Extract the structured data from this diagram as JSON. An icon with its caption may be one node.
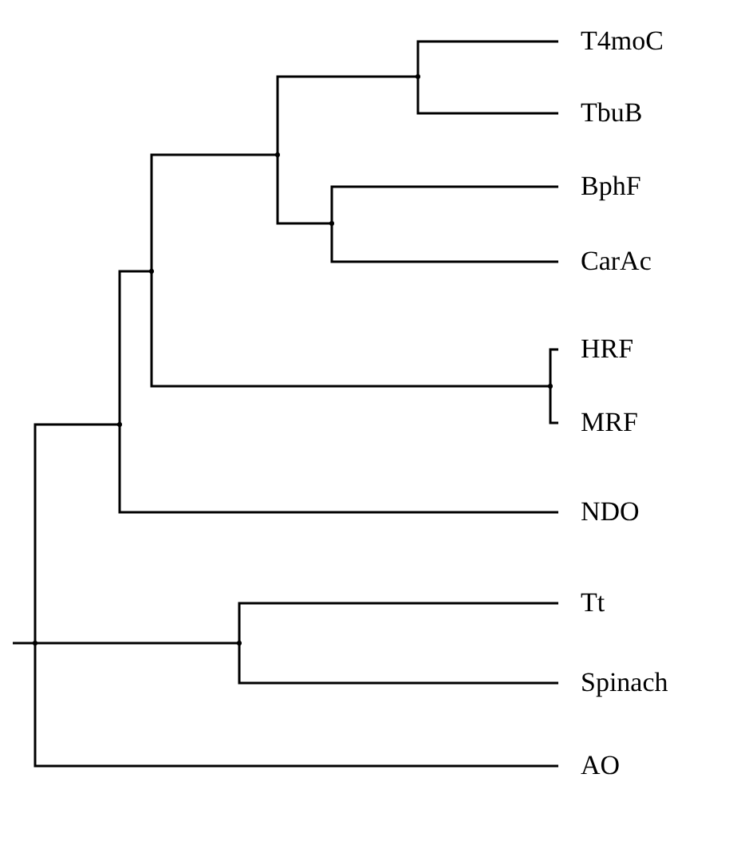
{
  "diagram": {
    "nodes": [
      {
        "text": [
          "T4moC"
        ]
      },
      {
        "text": [
          "TbuB"
        ]
      },
      {
        "text": [
          "BphF"
        ]
      },
      {
        "text": [
          "CarAc"
        ]
      },
      {
        "text": [
          "HRF"
        ]
      },
      {
        "text": [
          "MRF"
        ]
      },
      {
        "text": [
          "NDO"
        ]
      },
      {
        "text": [
          "Tt"
        ]
      },
      {
        "text": [
          "Spinach"
        ]
      },
      {
        "text": [
          "AO"
        ]
      },
      {
        "text": [],
        "shape": "dot"
      },
      {
        "text": [],
        "shape": "dot"
      },
      {
        "text": [],
        "shape": "dot"
      },
      {
        "text": [],
        "shape": "dot"
      },
      {
        "text": [],
        "shape": "dot"
      },
      {
        "text": [],
        "shape": "dot"
      },
      {
        "text": [],
        "shape": "dot"
      },
      {
        "text": [],
        "shape": "dot"
      }
    ],
    "edges": [
      {
        "from": 10,
        "to": 0,
        "arrow": "none"
      },
      {
        "from": 10,
        "to": 1,
        "arrow": "none"
      },
      {
        "from": 11,
        "to": 2,
        "arrow": "none"
      },
      {
        "from": 11,
        "to": 3,
        "arrow": "none"
      },
      {
        "from": 12,
        "to": 10,
        "arrow": "none"
      },
      {
        "from": 12,
        "to": 11,
        "arrow": "none"
      },
      {
        "from": 13,
        "to": 4,
        "arrow": "none"
      },
      {
        "from": 13,
        "to": 5,
        "arrow": "none"
      },
      {
        "from": 14,
        "to": 12,
        "arrow": "none"
      },
      {
        "from": 14,
        "to": 13,
        "arrow": "none"
      },
      {
        "from": 15,
        "to": 14,
        "arrow": "none"
      },
      {
        "from": 15,
        "to": 6,
        "arrow": "none"
      },
      {
        "from": 16,
        "to": 7,
        "arrow": "none"
      },
      {
        "from": 16,
        "to": 8,
        "arrow": "none"
      },
      {
        "from": 17,
        "to": 15,
        "arrow": "none"
      },
      {
        "from": 17,
        "to": 16,
        "arrow": "none"
      },
      {
        "from": 17,
        "to": 9,
        "arrow": "none"
      }
    ]
  }
}
